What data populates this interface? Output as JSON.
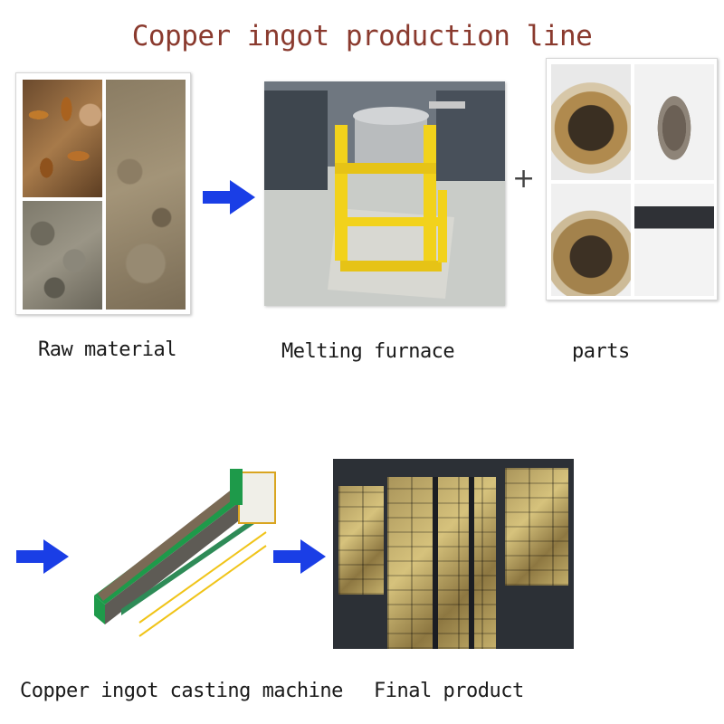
{
  "title": "Copper ingot production line",
  "steps": {
    "raw_material": "Raw material",
    "melting_furnace": "Melting furnace",
    "parts": "parts",
    "casting_machine": "Copper ingot casting machine",
    "final_product": "Final product"
  },
  "plus_sign": "+",
  "colors": {
    "title": "#8a3a2e",
    "arrow": "#1a3ee6",
    "furnace_frame": "#f2d21b",
    "casting_frame": "#1e9a4a"
  },
  "icons": [
    "right-arrow-icon",
    "right-arrow-icon",
    "right-arrow-icon"
  ]
}
